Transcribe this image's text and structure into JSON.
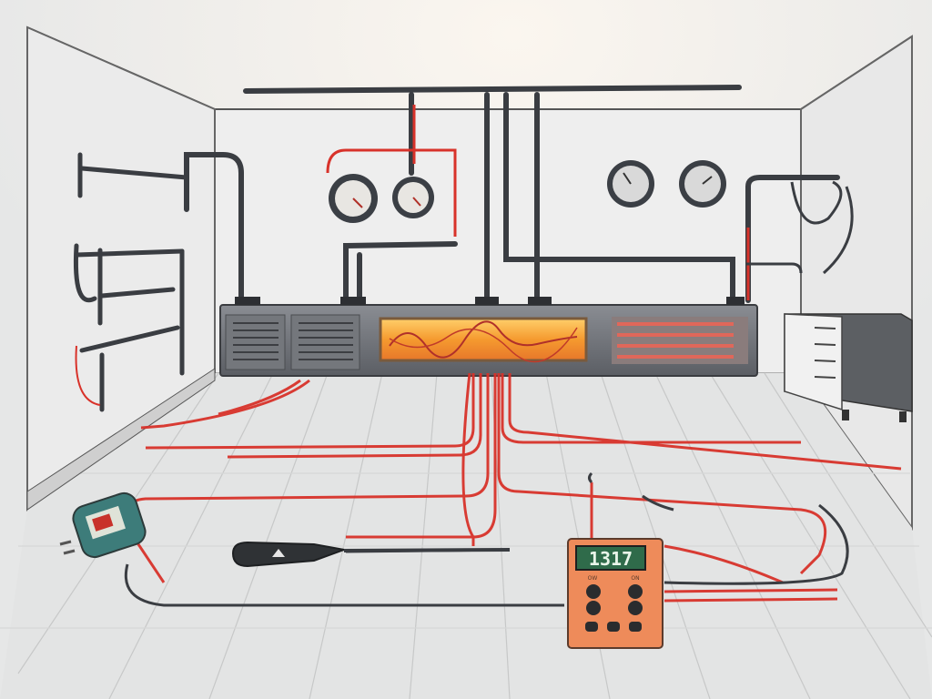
{
  "scene": {
    "colors": {
      "background": "#e9eaea",
      "wall": "#ececec",
      "floor": "#e2e3e3",
      "wire_red": "#d8322a",
      "pipe_dark": "#3a3d42",
      "heater_body": "#6e7177",
      "heater_glow": "#f7a23c",
      "controller_body": "#ee8b5a",
      "controller_display": "#2f6b4a"
    },
    "icons": [
      "wall-pipe-icon",
      "pressure-gauge-icon",
      "wall-clock-icon",
      "heater-unit-icon",
      "cabinet-icon",
      "plug-tester-icon",
      "temperature-probe-icon",
      "thermostat-controller-icon"
    ],
    "controller": {
      "display_text": "1317",
      "left_label": "OW",
      "right_label": "ON"
    }
  }
}
